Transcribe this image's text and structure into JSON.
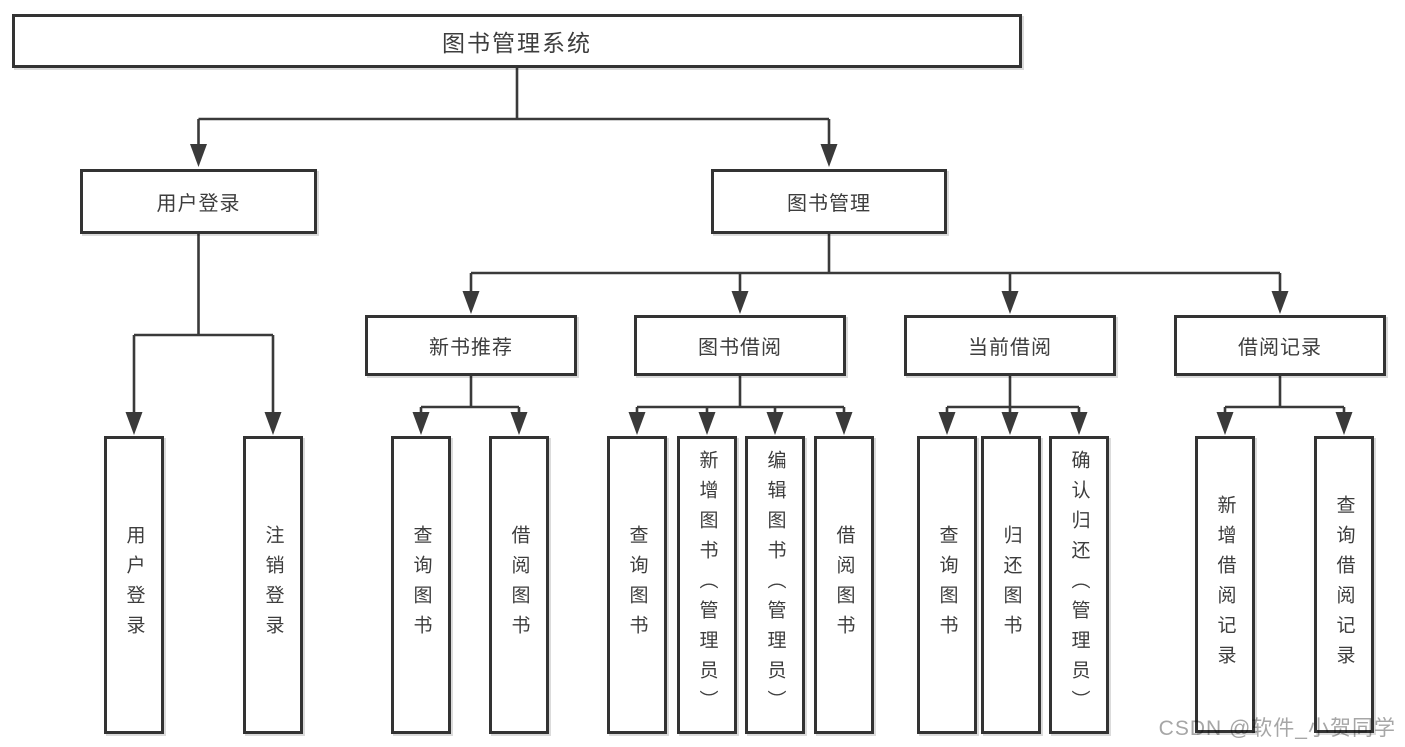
{
  "diagram": {
    "root": "图书管理系统",
    "branches": [
      {
        "label": "用户登录",
        "children": [
          "用户登录",
          "注销登录"
        ]
      },
      {
        "label": "图书管理",
        "children": [
          {
            "label": "新书推荐",
            "children": [
              "查询图书",
              "借阅图书"
            ]
          },
          {
            "label": "图书借阅",
            "children": [
              "查询图书",
              "新增图书（管理员）",
              "编辑图书（管理员）",
              "借阅图书"
            ]
          },
          {
            "label": "当前借阅",
            "children": [
              "查询图书",
              "归还图书",
              "确认归还（管理员）"
            ]
          },
          {
            "label": "借阅记录",
            "children": [
              "新增借阅记录",
              "查询借阅记录"
            ]
          }
        ]
      }
    ]
  },
  "watermark": {
    "text": "CSDN @软件_小贺同学"
  },
  "colors": {
    "line": "#3a3a3a",
    "border": "#333333",
    "text": "#3d3d3d",
    "box-bg": "#ffffff",
    "watermark": "#a6a6a6",
    "background": "#ffffff"
  }
}
